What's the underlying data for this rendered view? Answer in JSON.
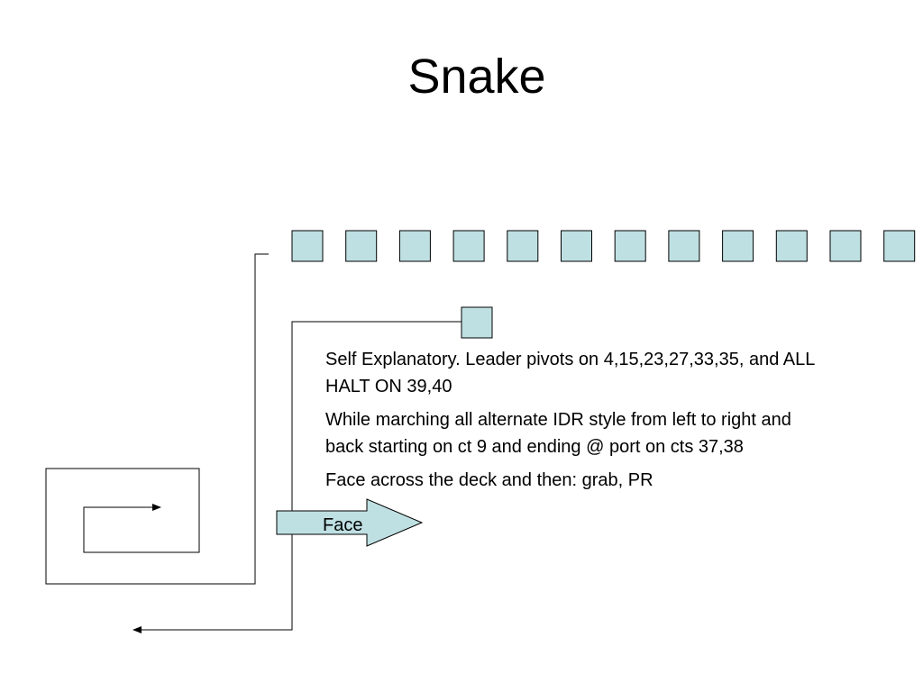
{
  "slide": {
    "title": "Snake"
  },
  "body": {
    "paragraphs": [
      "Self Explanatory. Leader pivots on 4,15,23,27,33,35, and ALL HALT ON 39,40",
      "While marching all alternate IDR style from left to right and back starting on ct 9 and ending @ port on cts 37,38",
      "Face across the deck and then: grab, PR"
    ]
  },
  "arrow_label": "Face",
  "colors": {
    "marker_fill": "#bfe0e3",
    "stroke": "#000000"
  }
}
